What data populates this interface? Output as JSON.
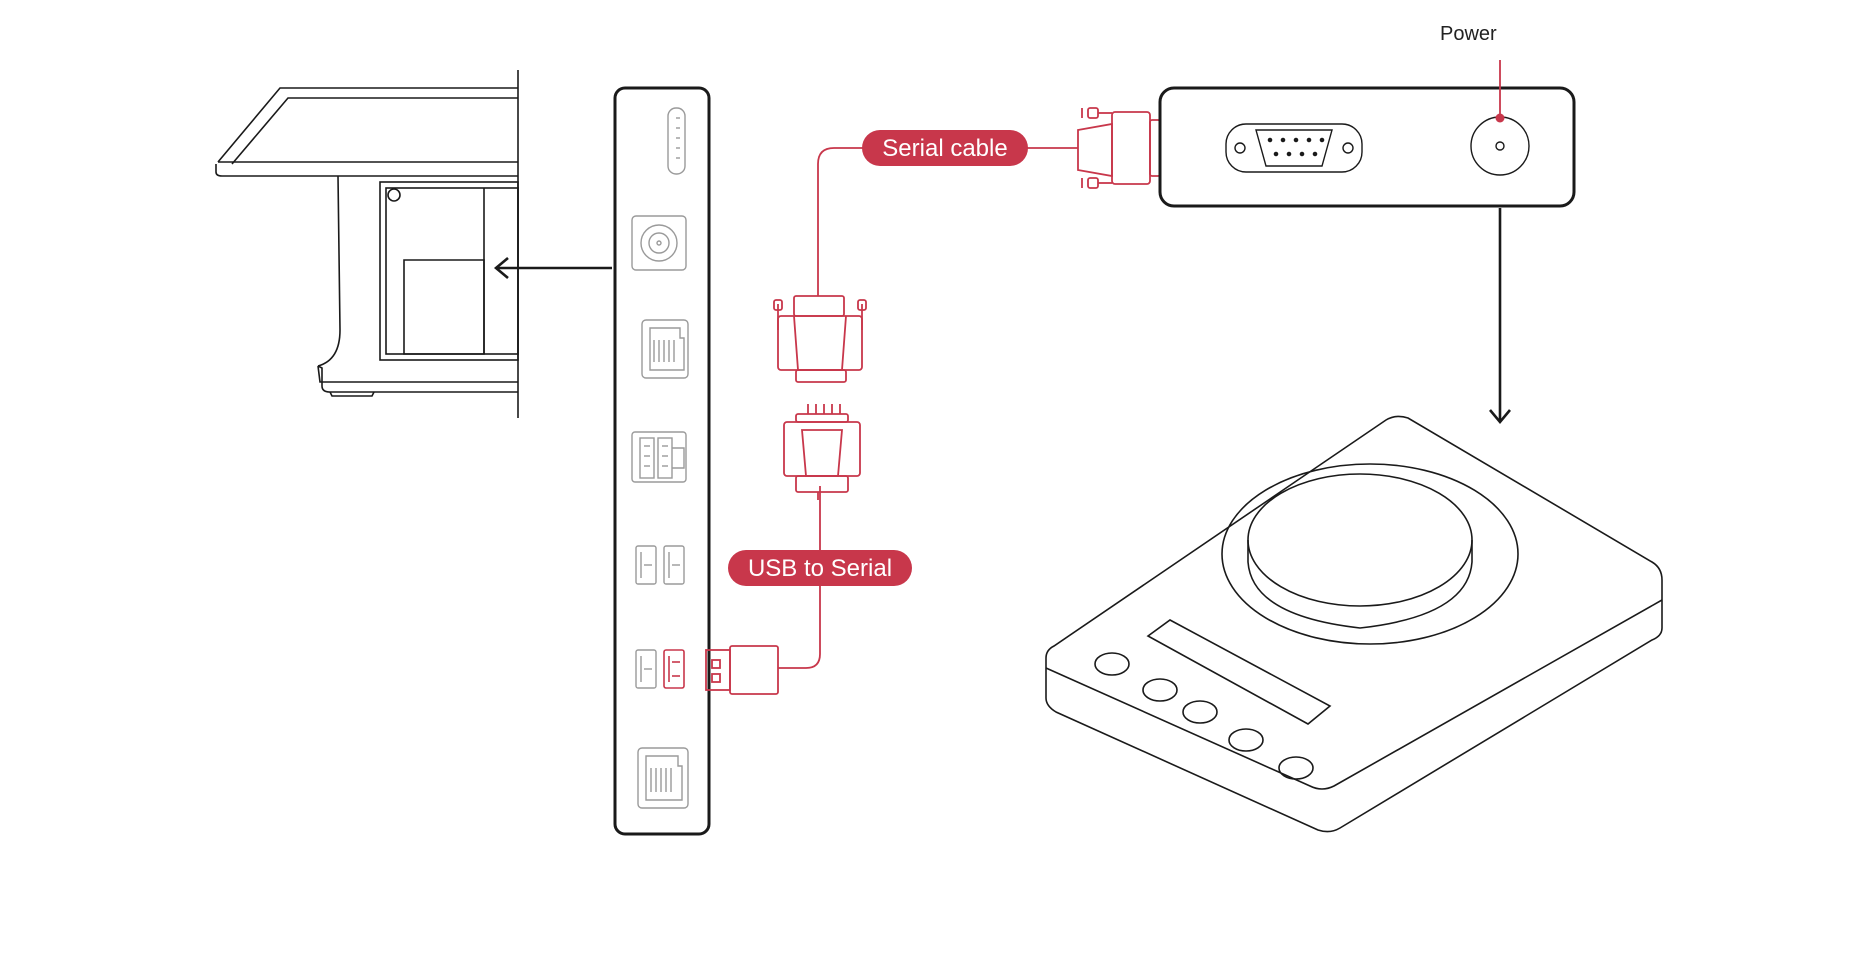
{
  "labels": {
    "power": "Power",
    "serial_cable": "Serial cable",
    "usb_to_serial": "USB to Serial"
  },
  "colors": {
    "accent": "#c8374b",
    "line": "#1a1a1a",
    "port_gray": "#9a9a9a"
  },
  "icons": {
    "pos_terminal": "pos-terminal-illustration",
    "io_panel": "io-port-panel",
    "scale": "weighing-scale-illustration",
    "db9_port": "db9-serial-port",
    "power_jack": "power-jack"
  }
}
